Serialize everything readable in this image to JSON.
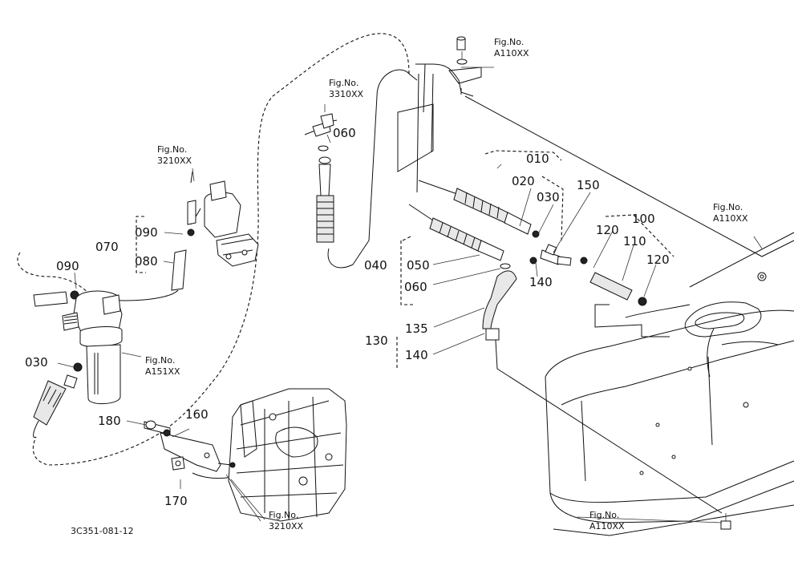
{
  "diagram": {
    "fig_refs": {
      "top_center": {
        "line1": "Fig.No.",
        "line2": "A110XX"
      },
      "upper_left": {
        "line1": "Fig.No.",
        "line2": "3310XX"
      },
      "left": {
        "line1": "Fig.No.",
        "line2": "3210XX"
      },
      "filter": {
        "line1": "Fig.No.",
        "line2": "A151XX"
      },
      "right": {
        "line1": "Fig.No.",
        "line2": "A110XX"
      },
      "bottom_right": {
        "line1": "Fig.No.",
        "line2": "A110XX"
      },
      "bottom_center": {
        "line1": "Fig.No.",
        "line2": "3210XX"
      }
    },
    "part_labels": {
      "p010": "010",
      "p020": "020",
      "p030_right": "030",
      "p150": "150",
      "p100": "100",
      "p120_top": "120",
      "p110": "110",
      "p120_right": "120",
      "p060_top": "060",
      "p040": "040",
      "p050": "050",
      "p060_mid": "060",
      "p140_mid": "140",
      "p130": "130",
      "p135": "135",
      "p140_bottom": "140",
      "p070": "070",
      "p090_top": "090",
      "p080": "080",
      "p090_left": "090",
      "p030_left": "030",
      "p160": "160",
      "p180": "180",
      "p170": "170"
    },
    "drawing_code": "3C351-081-12"
  }
}
